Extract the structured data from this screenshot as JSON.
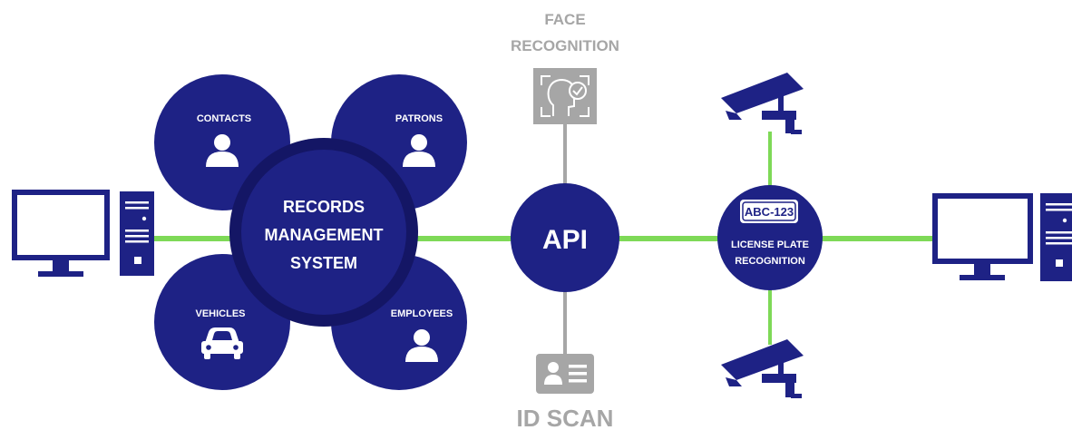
{
  "colors": {
    "navy": "#1e2285",
    "navy_dark": "#141665",
    "green": "#7ed957",
    "gray": "#a6a6a6",
    "white": "#ffffff"
  },
  "rms": {
    "line1": "RECORDS",
    "line2": "MANAGEMENT",
    "line3": "SYSTEM"
  },
  "petals": {
    "contacts": "CONTACTS",
    "patrons": "PATRONS",
    "vehicles": "VEHICLES",
    "employees": "EMPLOYEES"
  },
  "api": {
    "label": "API"
  },
  "face_recognition": {
    "line1": "FACE",
    "line2": "RECOGNITION",
    "icon": "face-scan-icon"
  },
  "id_scan": {
    "label": "ID SCAN",
    "icon": "id-card-icon"
  },
  "lpr": {
    "plate": "ABC-123",
    "line1": "LICENSE PLATE",
    "line2": "RECOGNITION",
    "icon": "license-plate-icon"
  },
  "icons": {
    "left_computer": "desktop-computer-icon",
    "right_computer": "desktop-computer-icon",
    "camera_top": "security-camera-icon",
    "camera_bottom": "security-camera-icon",
    "person": "person-icon",
    "car": "car-icon"
  }
}
